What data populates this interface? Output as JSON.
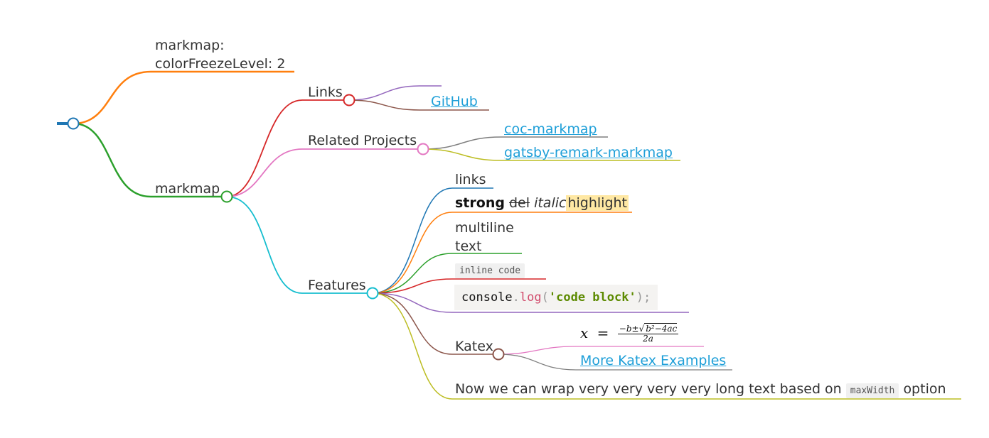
{
  "nodes": {
    "root_settings": {
      "line1": "markmap:",
      "line2": "colorFreezeLevel: 2"
    },
    "markmap": "markmap",
    "links": {
      "label": "Links",
      "github": "GitHub"
    },
    "related": {
      "label": "Related Projects",
      "items": [
        "coc-markmap",
        "gatsby-remark-markmap"
      ]
    },
    "features": {
      "label": "Features",
      "links": "links",
      "formatting": {
        "strong": "strong",
        "del": "del",
        "italic": "italic",
        "highlight": "highlight"
      },
      "multiline": {
        "line1": "multiline",
        "line2": "text"
      },
      "inline_code": "inline code",
      "code_block": {
        "obj": "console",
        "dot": ".",
        "fn": "log",
        "open": "(",
        "str": "'code block'",
        "close": ");"
      },
      "katex": {
        "label": "Katex",
        "formula": {
          "lhs": "x",
          "eq": "=",
          "num_prefix": "−b±",
          "radicand": "b²−4ac",
          "den": "2a"
        },
        "more": "More Katex Examples"
      },
      "long_text": {
        "before": "Now we can wrap very very very very long text based on",
        "code": "maxWidth",
        "after": "option"
      }
    }
  },
  "colors": {
    "blue": "#1f77b4",
    "orange": "#ff7f0e",
    "green": "#2ca02c",
    "red": "#d62728",
    "purple": "#9467bd",
    "brown": "#8c564b",
    "pink": "#e377c2",
    "gray": "#7f7f7f",
    "olive": "#bcbd22",
    "cyan": "#17becf",
    "link": "#1e9fd8"
  }
}
